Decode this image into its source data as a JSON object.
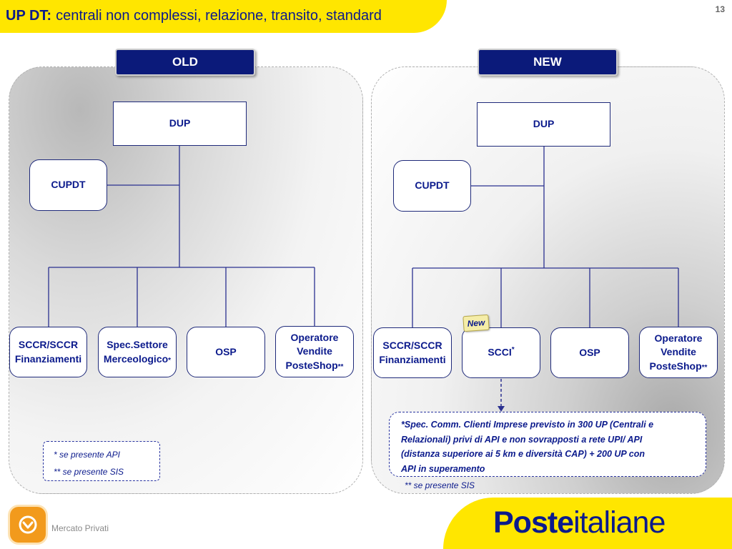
{
  "header": {
    "title_bold": "UP DT:",
    "title_rest": "centrali non complessi, relazione, transito, standard",
    "page_number": "13"
  },
  "old": {
    "label": "OLD",
    "dup": "DUP",
    "cupdt": "CUPDT",
    "children": [
      {
        "lines": [
          "SCCR/SCCR",
          "Finanziamenti"
        ]
      },
      {
        "lines": [
          "Spec.Settore",
          "Merceologico"
        ],
        "suffix": "*"
      },
      {
        "lines": [
          "OSP"
        ]
      },
      {
        "lines": [
          "Operatore",
          "Vendite",
          "PosteShop"
        ],
        "suffix": "**"
      }
    ],
    "legend": [
      "* se presente API",
      "** se presente SIS"
    ]
  },
  "new": {
    "label": "NEW",
    "dup": "DUP",
    "cupdt": "CUPDT",
    "children": [
      {
        "lines": [
          "SCCR/SCCR",
          "Finanziamenti"
        ]
      },
      {
        "lines": [
          "SCCI"
        ],
        "sup": "*"
      },
      {
        "lines": [
          "OSP"
        ]
      },
      {
        "lines": [
          "Operatore",
          "Vendite",
          "PosteShop"
        ],
        "suffix": "**"
      }
    ],
    "new_flag": "New",
    "note_lines": [
      "*Spec. Comm. Clienti Imprese previsto in 300 UP (Centrali e",
      "Relazionali) privi di API e non sovrapposti a rete UPI/ API",
      "(distanza superiore ai 5 km e diversità CAP) + 200 UP con",
      "API in superamento"
    ],
    "note_foot": "** se presente SIS"
  },
  "footer": {
    "label": "Mercato Privati",
    "brand_bold": "Poste",
    "brand_rest": "italiane"
  },
  "colors": {
    "accent_yellow": "#ffe600",
    "brand_blue": "#0b1a8c",
    "header_tag_blue": "#0b1a7a",
    "logo_orange": "#f29a1c"
  }
}
